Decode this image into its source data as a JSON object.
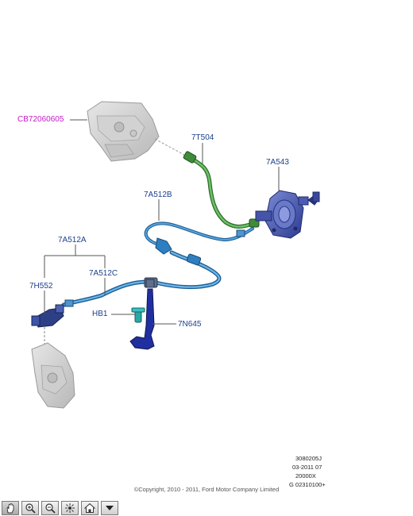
{
  "labels": {
    "cb": "CB72060605",
    "l7t504": "7T504",
    "l7a543": "7A543",
    "l7a512b": "7A512B",
    "l7a512a": "7A512A",
    "l7a512c": "7A512C",
    "l7h552": "7H552",
    "hb1": "HB1",
    "l7n645": "7N645"
  },
  "meta": {
    "line1": "3080205J",
    "line2": "03-2011 07",
    "line3": "20000X",
    "line4": "G 02310100+"
  },
  "copyright": "©Copyright, 2010 - 2011, Ford Motor Company Limited",
  "toolbar": {
    "tools": [
      "hand-icon",
      "zoom-in-icon",
      "zoom-out-icon",
      "fit-icon",
      "home-icon",
      "menu-down-icon"
    ]
  },
  "colors": {
    "label": "#1d3f8c",
    "callout_magenta": "#c21cc7",
    "hose_green": "#3f8b3b",
    "hose_blue": "#2e7fc1",
    "cylinder_blue": "#3e4fa8",
    "bracket_blue": "#1f2fa0",
    "clip_teal": "#2aa7a7"
  }
}
